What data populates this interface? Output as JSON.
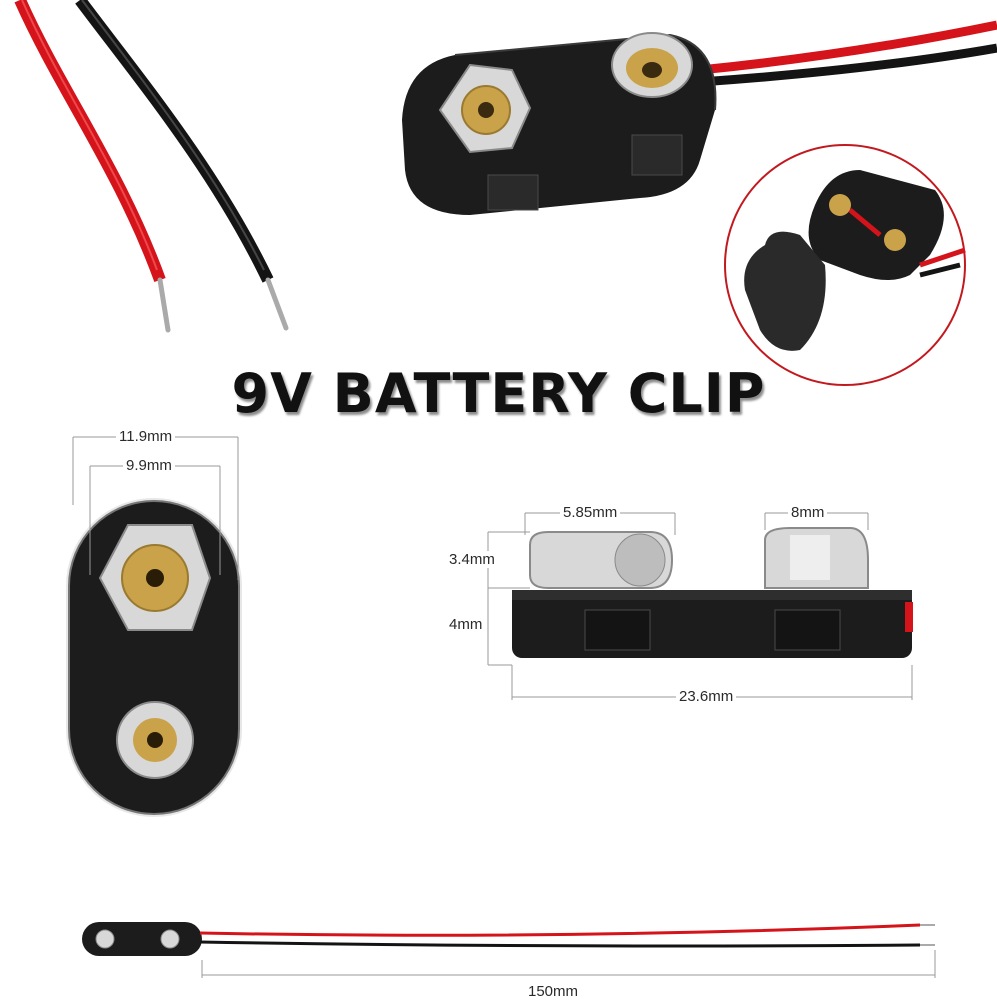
{
  "title": "9V BATTERY CLIP",
  "dimensions": {
    "outer_width": "11.9mm",
    "inner_width": "9.9mm",
    "snap_large": "5.85mm",
    "snap_small": "8mm",
    "snap_height": "3.4mm",
    "body_height": "4mm",
    "body_length": "23.6mm",
    "lead_length": "150mm"
  },
  "colors": {
    "wire_red": "#d4141a",
    "wire_black": "#141414",
    "clip_body": "#1c1c1c",
    "metal": "#c9c9c9",
    "brass": "#c9a24a",
    "callout_ring": "#c2191f"
  },
  "icons": [
    "wire-leads-icon",
    "battery-snap-icon",
    "snap-underside-callout-icon"
  ]
}
